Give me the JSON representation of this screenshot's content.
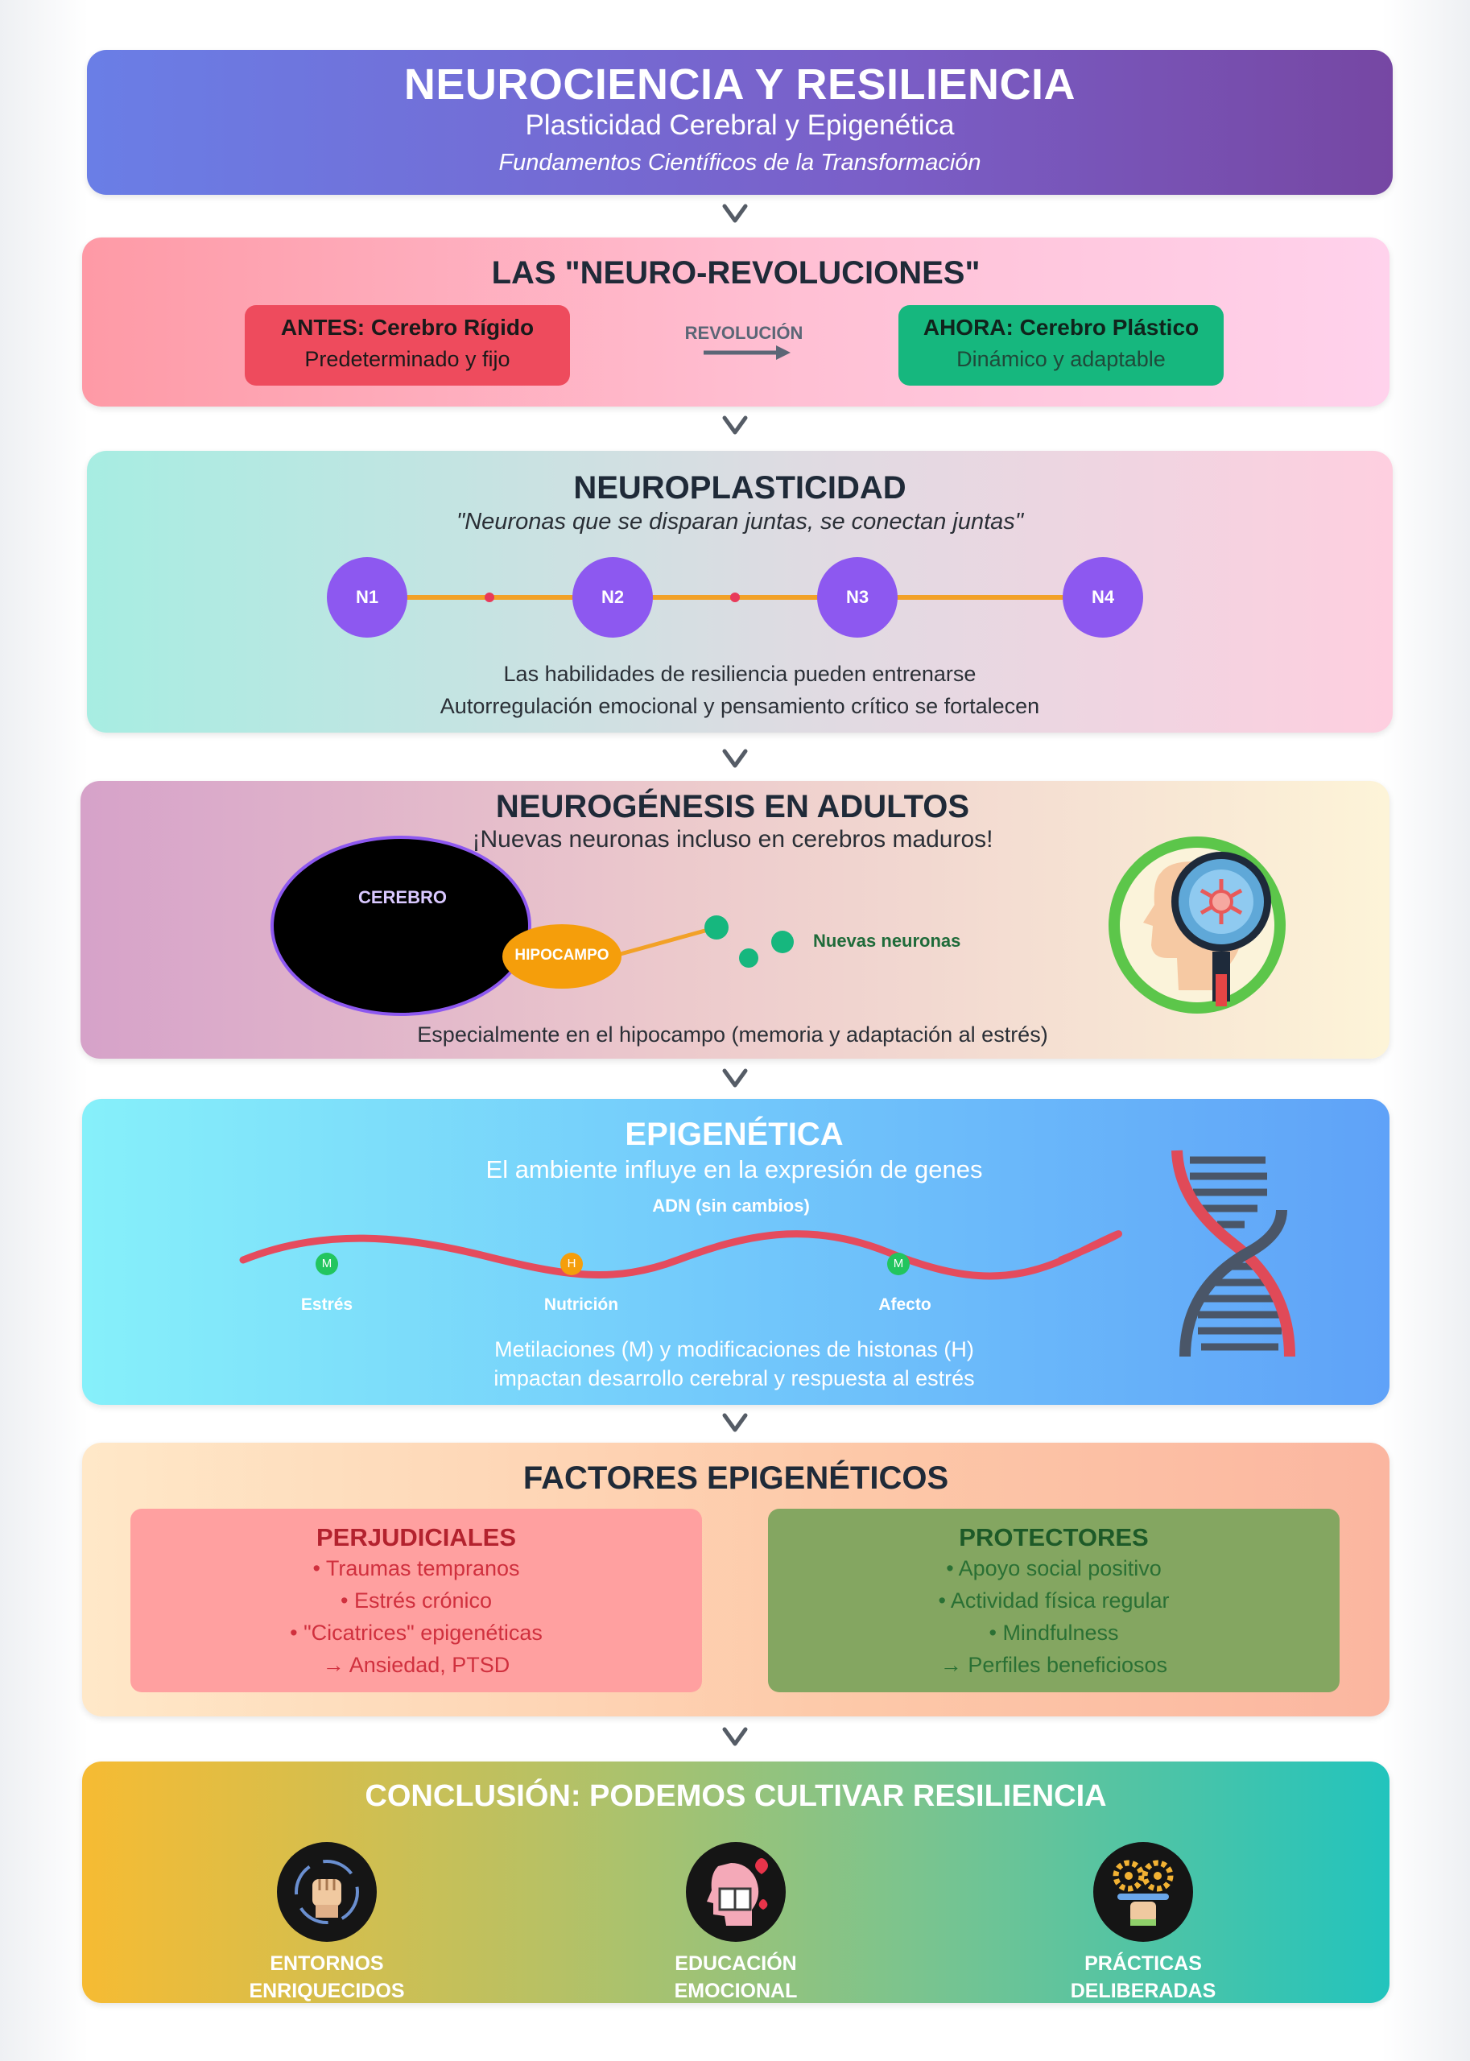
{
  "header": {
    "title": "NEUROCIENCIA Y RESILIENCIA",
    "subtitle": "Plasticidad Cerebral y Epigenética",
    "tagline": "Fundamentos Científicos de la Transformación"
  },
  "revolutions": {
    "title": "LAS \"NEURO-REVOLUCIONES\"",
    "before": {
      "title": "ANTES: Cerebro Rígido",
      "desc": "Predeterminado y fijo"
    },
    "arrow_label": "REVOLUCIÓN",
    "after": {
      "title": "AHORA: Cerebro Plástico",
      "desc": "Dinámico y adaptable"
    }
  },
  "neuroplasticity": {
    "title": "NEUROPLASTICIDAD",
    "quote": "\"Neuronas que se disparan juntas, se conectan juntas\"",
    "nodes": [
      "N1",
      "N2",
      "N3",
      "N4"
    ],
    "line1": "Las habilidades de resiliencia pueden entrenarse",
    "line2": "Autorregulación emocional y pensamiento crítico se fortalecen"
  },
  "neurogenesis": {
    "title": "NEUROGÉNESIS EN ADULTOS",
    "subtitle": "¡Nuevas neuronas incluso en cerebros maduros!",
    "brain_label": "CEREBRO",
    "hippocampus_label": "HIPOCAMPO",
    "new_neurons_label": "Nuevas neuronas",
    "footer": "Especialmente en el hipocampo (memoria y adaptación al estrés)"
  },
  "epigenetics": {
    "title": "EPIGENÉTICA",
    "subtitle": "El ambiente influye en la expresión de genes",
    "dna_label": "ADN (sin cambios)",
    "markers": [
      {
        "letter": "M",
        "label": "Estrés",
        "color": "#22c55e"
      },
      {
        "letter": "H",
        "label": "Nutrición",
        "color": "#f59e0b"
      },
      {
        "letter": "M",
        "label": "Afecto",
        "color": "#22c55e"
      }
    ],
    "footer1": "Metilaciones (M) y modificaciones de histonas (H)",
    "footer2": "impactan desarrollo cerebral y respuesta al estrés"
  },
  "factors": {
    "title": "FACTORES EPIGENÉTICOS",
    "harmful": {
      "title": "PERJUDICIALES",
      "items": [
        "• Traumas tempranos",
        "• Estrés crónico",
        "• \"Cicatrices\" epigenéticas",
        "→ Ansiedad, PTSD"
      ]
    },
    "protective": {
      "title": "PROTECTORES",
      "items": [
        "• Apoyo social positivo",
        "• Actividad física regular",
        "• Mindfulness",
        "→ Perfiles beneficiosos"
      ]
    }
  },
  "conclusion": {
    "title": "CONCLUSIÓN: PODEMOS CULTIVAR RESILIENCIA",
    "items": [
      {
        "line1": "ENTORNOS",
        "line2": "ENRIQUECIDOS",
        "icon": "raised-fist-icon"
      },
      {
        "line1": "EDUCACIÓN",
        "line2": "EMOCIONAL",
        "icon": "head-book-icon"
      },
      {
        "line1": "PRÁCTICAS",
        "line2": "DELIBERADAS",
        "icon": "gears-hand-icon"
      }
    ]
  },
  "colors": {
    "rigid_box": "#ee4b5d",
    "plastic_box": "#16b77e",
    "node": "#8d58f0",
    "synapse_line": "#f2a127",
    "harmful_box": "#ffa0a0",
    "protective_box": "#84a661"
  }
}
